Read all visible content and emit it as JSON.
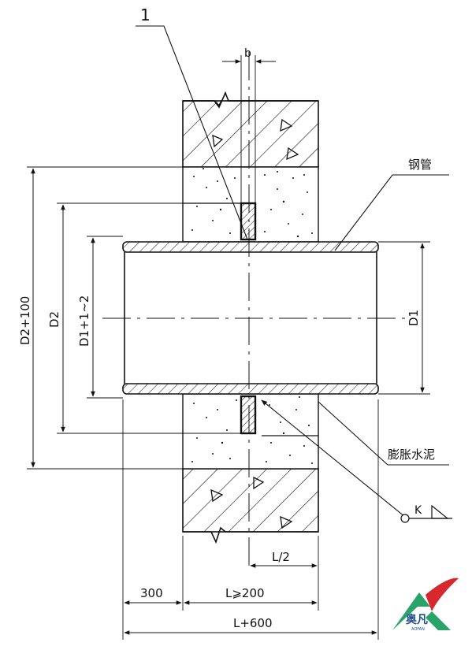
{
  "labels": {
    "part_number": "1",
    "steel_pipe": "钢管",
    "expansion_cement": "膨胀水泥",
    "dim_b": "b",
    "dim_d2_plus_100": "D2+100",
    "dim_d2": "D2",
    "dim_d1_plus": "D1+1~2",
    "dim_d1": "D1",
    "dim_l_half": "L/2",
    "dim_300": "300",
    "dim_l_min": "L⩾200",
    "dim_l_plus_600": "L+600",
    "weld_symbol": "K"
  },
  "logo": {
    "text": "奥凡",
    "subtext": "AOFAN",
    "colors": {
      "green": "#2aa36b",
      "red": "#d8282f"
    }
  }
}
